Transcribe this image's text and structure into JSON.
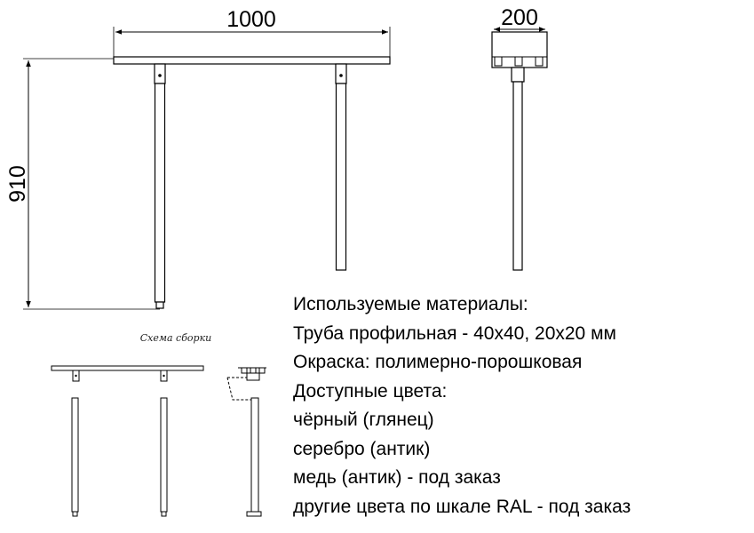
{
  "dimensions": {
    "width": "1000",
    "height": "910",
    "depth": "200"
  },
  "assembly_caption": "Схема сборки",
  "specs": [
    "Используемые материалы:",
    "Труба профильная - 40х40, 20х20 мм",
    "Окраска: полимерно-порошковая",
    "Доступные цвета:",
    "чёрный (глянец)",
    "серебро (антик)",
    "медь (антик) - под заказ",
    "другие цвета по шкале RAL - под заказ"
  ],
  "colors": {
    "line": "#000000",
    "background": "#ffffff"
  }
}
